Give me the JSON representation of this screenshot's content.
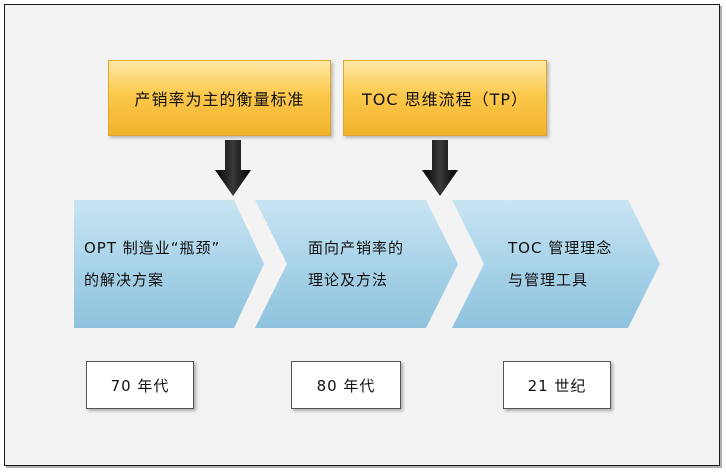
{
  "top_boxes": [
    {
      "label": "产销率为主的衡量标准"
    },
    {
      "label": "TOC 思维流程（TP）"
    }
  ],
  "stages": [
    {
      "line1": "OPT 制造业“瓶颈”",
      "line2": "的解决方案"
    },
    {
      "line1": "面向产销率的",
      "line2": "理论及方法"
    },
    {
      "line1": "TOC 管理理念",
      "line2": "与管理工具"
    }
  ],
  "eras": [
    {
      "label": "70 年代"
    },
    {
      "label": "80 年代"
    },
    {
      "label": "21 世纪"
    }
  ],
  "colors": {
    "top_box_fill": "#fcc94d",
    "chevron_fill": "#a9d3e8",
    "arrow_fill": "#1a1a1a",
    "frame_bg": "#f3f3f3"
  }
}
